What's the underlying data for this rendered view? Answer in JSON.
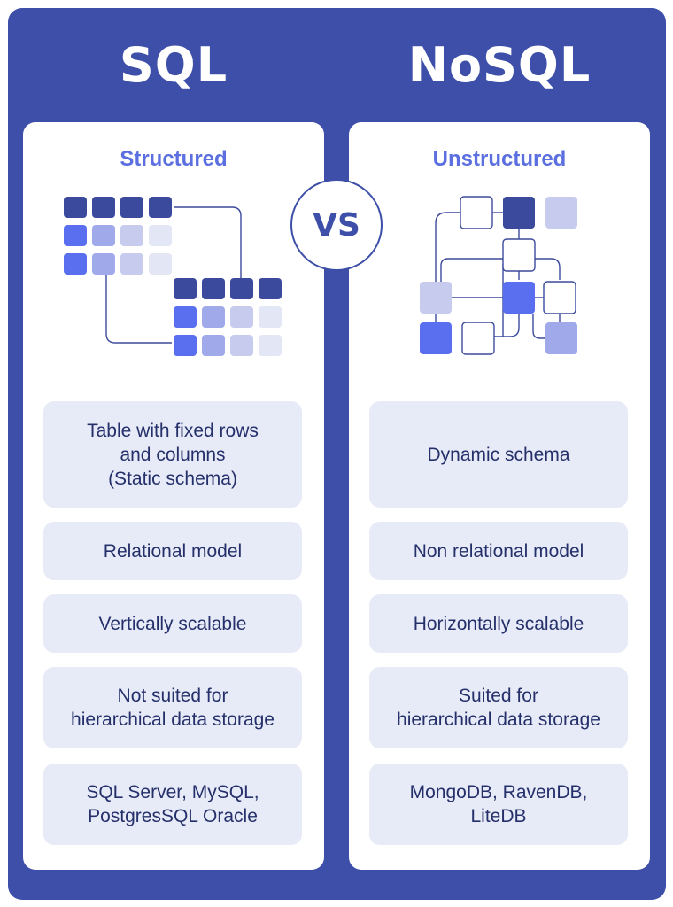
{
  "sql": {
    "heading": "SQL",
    "subtitle": "Structured",
    "features": [
      "Table with fixed rows\nand columns\n(Static schema)",
      "Relational model",
      "Vertically scalable",
      "Not suited for\nhierarchical data storage",
      "SQL Server, MySQL,\nPostgresSQL Oracle"
    ]
  },
  "vs_label": "VS",
  "nosql": {
    "heading": "NoSQL",
    "subtitle": "Unstructured",
    "features": [
      "Dynamic schema",
      "Non relational model",
      "Horizontally scalable",
      "Suited for\nhierarchical data storage",
      "MongoDB, RavenDB,\nLiteDB"
    ]
  },
  "colors": {
    "background": "#3d4fa8",
    "dark": "#3b4a9c",
    "blue": "#5a6ff0",
    "mid": "#a0aaeb",
    "light": "#c7ccee",
    "pale": "#e3e6f5",
    "feature_box": "#e7ebf7"
  }
}
